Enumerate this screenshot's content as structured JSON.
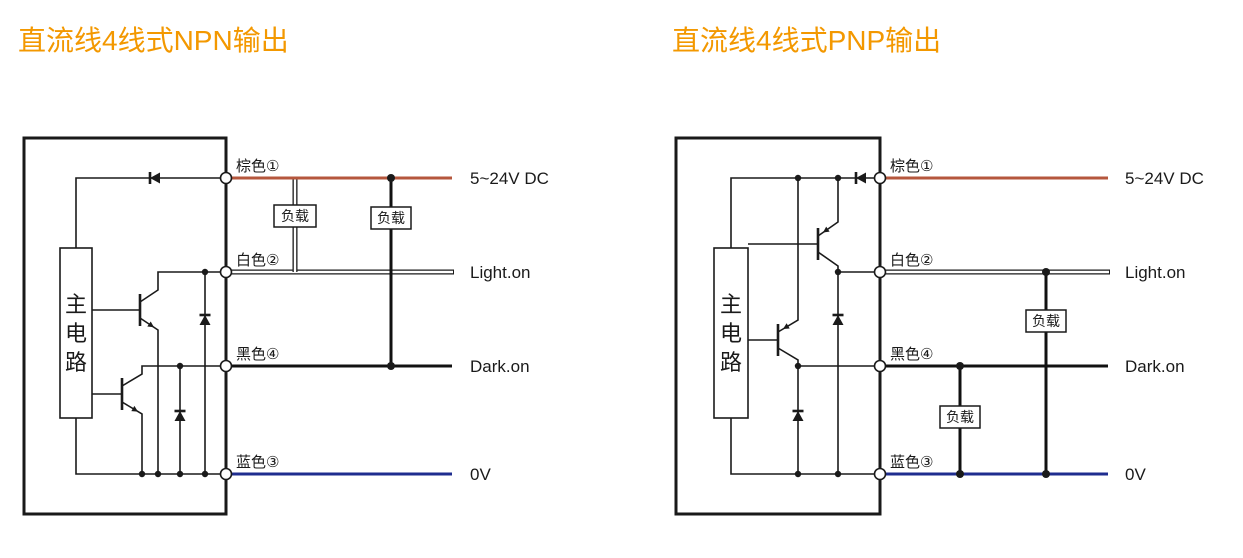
{
  "colors": {
    "title": "#f39800",
    "brown_wire": "#b5573d",
    "white_wire": "#ffffff",
    "black_wire": "#111111",
    "blue_wire": "#1f2d8f"
  },
  "diagrams": [
    {
      "title": "直流线4线式NPN输出",
      "main_circuit": [
        "主",
        "电",
        "路"
      ],
      "wires": [
        {
          "color_label": "棕色①",
          "signal": "5~24V DC"
        },
        {
          "color_label": "白色②",
          "signal": "Light.on"
        },
        {
          "color_label": "黑色④",
          "signal": "Dark.on"
        },
        {
          "color_label": "蓝色③",
          "signal": "0V"
        }
      ],
      "loads": [
        "负载",
        "负载"
      ]
    },
    {
      "title": "直流线4线式PNP输出",
      "main_circuit": [
        "主",
        "电",
        "路"
      ],
      "wires": [
        {
          "color_label": "棕色①",
          "signal": "5~24V DC"
        },
        {
          "color_label": "白色②",
          "signal": "Light.on"
        },
        {
          "color_label": "黑色④",
          "signal": "Dark.on"
        },
        {
          "color_label": "蓝色③",
          "signal": "0V"
        }
      ],
      "loads": [
        "负载",
        "负载"
      ]
    }
  ]
}
